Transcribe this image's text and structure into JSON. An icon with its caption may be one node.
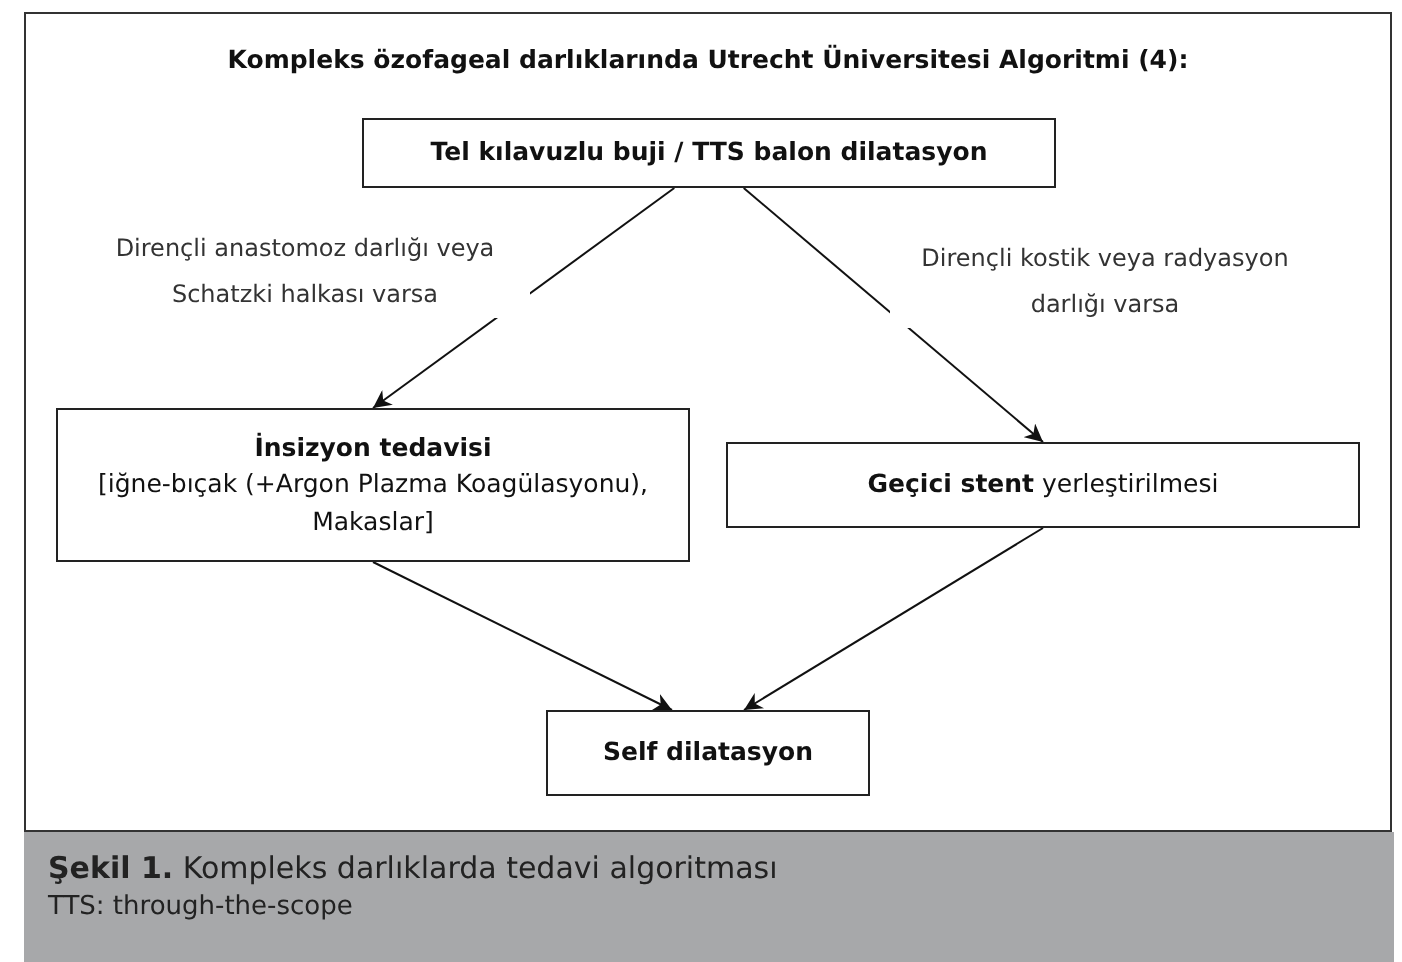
{
  "diagram": {
    "title": "Kompleks özofageal darlıklarında Utrecht Üniversitesi Algoritmi (4):",
    "caption": "**Şekil 1.** Kompleks darlıklarda tedavi algoritması",
    "nodes": [
      {
        "text": [
          "Tel kılavuzlu buji / TTS balon dilatasyon"
        ]
      },
      {
        "text": [
          "İnsizyon tedavisi",
          "[iğne-bıçak (+Argon Plazma Koagülasyonu), Makaslar]"
        ]
      },
      {
        "text": [
          "**Geçici stent** yerleştirilmesi"
        ]
      },
      {
        "text": [
          "Self dilatasyon"
        ]
      }
    ],
    "edges": [
      {
        "from": 0,
        "to": 1,
        "arrow": "to",
        "label": "Dirençli anastomoz darlığı veya Schatzki halkası varsa"
      },
      {
        "from": 0,
        "to": 2,
        "arrow": "to",
        "label": "Dirençli kostik veya radyasyon darlığı varsa"
      },
      {
        "from": 1,
        "to": 3,
        "arrow": "to"
      },
      {
        "from": 2,
        "to": 3,
        "arrow": "to"
      }
    ],
    "labels": [
      "TTS: through-the-scope"
    ]
  }
}
